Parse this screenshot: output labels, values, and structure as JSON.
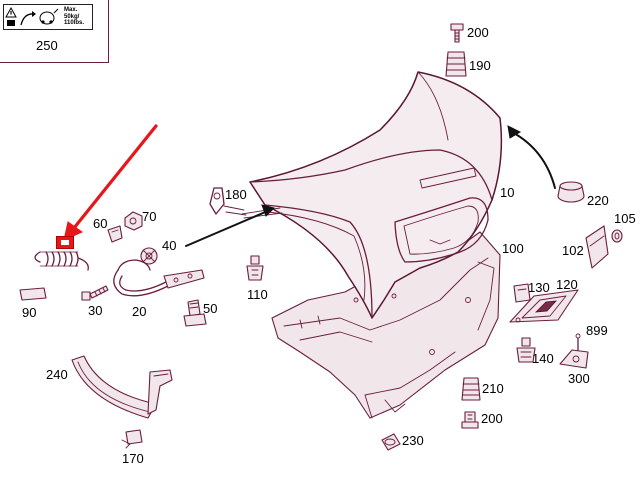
{
  "label_card": {
    "text_lines": [
      "Max.",
      "50kg/",
      "110lbs."
    ],
    "part_number": "250",
    "icons": [
      "warning-triangle-icon",
      "lifting-arrow-icon",
      "weight-icon"
    ]
  },
  "parts": [
    {
      "number": "200",
      "key": "p200a"
    },
    {
      "number": "190",
      "key": "p190"
    },
    {
      "number": "180",
      "key": "p180"
    },
    {
      "number": "10",
      "key": "p10"
    },
    {
      "number": "220",
      "key": "p220"
    },
    {
      "number": "105",
      "key": "p105"
    },
    {
      "number": "102",
      "key": "p102"
    },
    {
      "number": "100",
      "key": "p100"
    },
    {
      "number": "60",
      "key": "p60"
    },
    {
      "number": "70",
      "key": "p70"
    },
    {
      "number": "40",
      "key": "p40"
    },
    {
      "number": "90",
      "key": "p90"
    },
    {
      "number": "30",
      "key": "p30"
    },
    {
      "number": "20",
      "key": "p20"
    },
    {
      "number": "50",
      "key": "p50"
    },
    {
      "number": "110",
      "key": "p110"
    },
    {
      "number": "130",
      "key": "p130"
    },
    {
      "number": "120",
      "key": "p120"
    },
    {
      "number": "899",
      "key": "p899"
    },
    {
      "number": "140",
      "key": "p140"
    },
    {
      "number": "300",
      "key": "p300"
    },
    {
      "number": "240",
      "key": "p240"
    },
    {
      "number": "210",
      "key": "p210"
    },
    {
      "number": "200",
      "key": "p200b"
    },
    {
      "number": "230",
      "key": "p230"
    },
    {
      "number": "170",
      "key": "p170"
    }
  ],
  "colors": {
    "line_art": "#6b1e3c",
    "highlight_arrow": "#e8161a",
    "highlight_box": "#e8161a",
    "background": "#ffffff"
  }
}
